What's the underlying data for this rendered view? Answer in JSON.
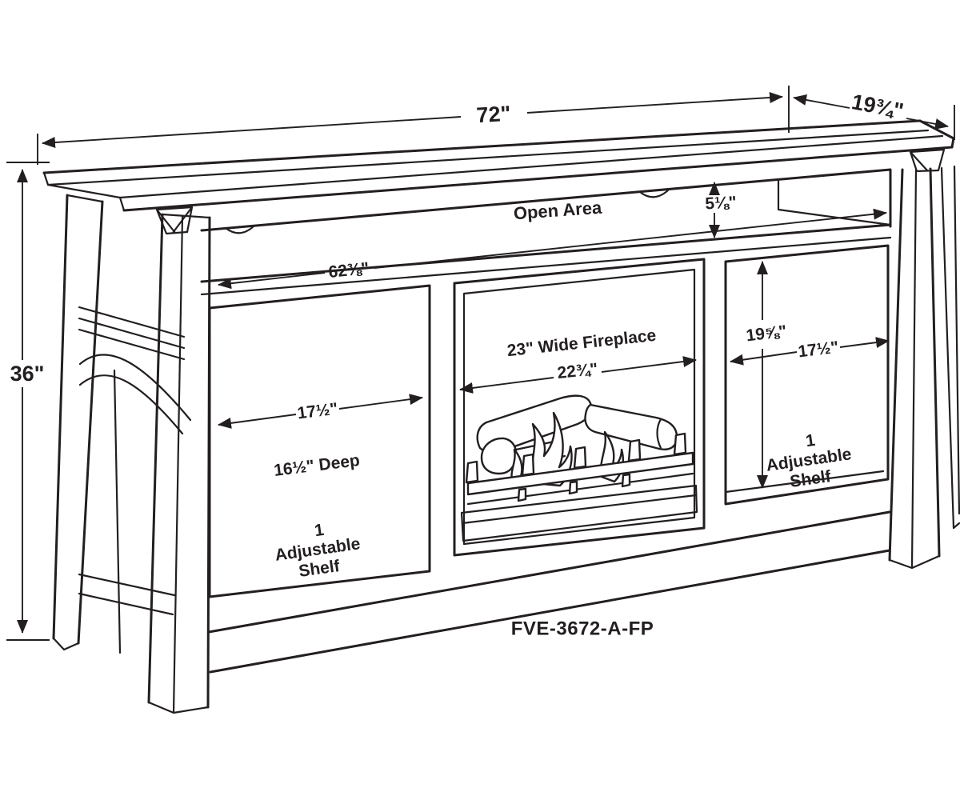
{
  "diagram": {
    "model": "FVE-3672-A-FP",
    "colors": {
      "line": "#231f20",
      "background": "#ffffff"
    },
    "labels": {
      "overall_width": "72\"",
      "overall_depth": "19¾\"",
      "overall_height": "36\"",
      "open_area": "Open Area",
      "open_area_height": "5⅛\"",
      "interior_width": "62⅜\"",
      "left_door_width": "17½\"",
      "left_depth": "16½\" Deep",
      "fireplace_name": "23\" Wide Fireplace",
      "fireplace_width": "22¾\"",
      "right_opening_height": "19⅝\"",
      "right_opening_width": "17½\"",
      "left_shelf": {
        "line1": "1",
        "line2": "Adjustable",
        "line3": "Shelf"
      },
      "right_shelf": {
        "line1": "1",
        "line2": "Adjustable",
        "line3": "Shelf"
      }
    }
  }
}
